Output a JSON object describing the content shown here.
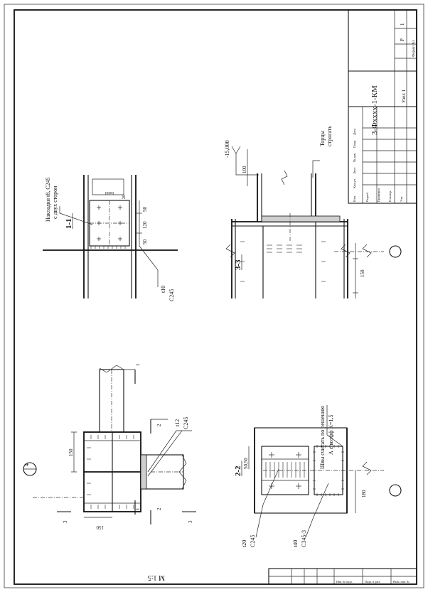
{
  "scale": "М 1:5",
  "title_block": {
    "document_code": "3-Фхххх-1-КМ",
    "sheet_label": "Узел 1",
    "stage": "Р",
    "sheet_no": "1",
    "format": "Формат А3",
    "rows": [
      "Изм.",
      "Кол.уч",
      "Лист",
      "№ док.",
      "Подп.",
      "Дата"
    ],
    "roles": [
      "Разраб.",
      "Проверил",
      "Н.контр.",
      "Утв."
    ]
  },
  "bottom_stamp": [
    "Инв. № подл.",
    "Подп. и дата",
    "Взам. инв. №"
  ],
  "views": {
    "node": {
      "marker": "4",
      "dim_150_vertical": "150",
      "dim_150_horizontal": "150",
      "plate_label_1": "t12",
      "plate_label_2": "С245",
      "section_1": "1",
      "section_2": "2",
      "section_3": "3"
    },
    "section_1_1": {
      "title": "1-1",
      "callout_1": "Накладки t8, С245",
      "callout_2": "с двух сторон",
      "dims": [
        "50",
        "120",
        "50"
      ],
      "small_dim_1": "6х60",
      "small_dim_2": "20",
      "plate_1": "t10",
      "plate_2": "С245"
    },
    "section_2_2": {
      "title": "2-2",
      "dims_top": "50,50",
      "dim_180": "180",
      "note_1": "Швы считать по решению",
      "note_2": "А с коэфф К=1,5",
      "plate_a_1": "t20",
      "plate_a_2": "С245",
      "plate_b_1": "t40",
      "plate_b_2": "С345-3"
    },
    "section_3_3": {
      "title": "3-3",
      "elevation": "-15,000",
      "dim_100": "100",
      "note_1": "Торцы",
      "note_2": "строгать",
      "dim_150": "150"
    }
  }
}
